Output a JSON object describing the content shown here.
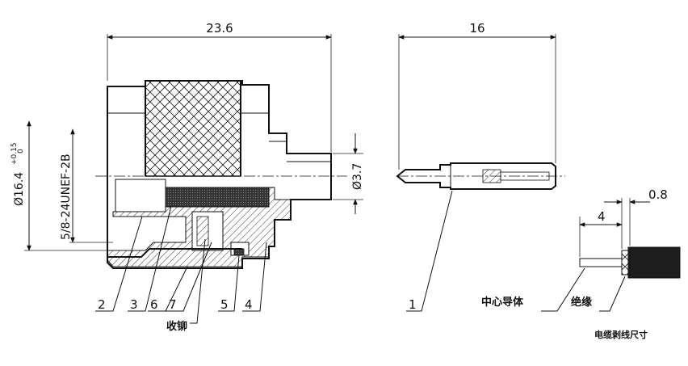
{
  "dimensions": {
    "overall_length": "23.6",
    "pin_length": "16",
    "pin_diameter": "Ø3.7",
    "body_diameter": "Ø16.4",
    "tolerance_upper": "+0.15",
    "tolerance_lower": "0",
    "thread": "5/8-24UNEF-2B",
    "strip_length": "4",
    "strip_gap": "0.8"
  },
  "callouts": {
    "c1": "1",
    "c2": "2",
    "c3": "3",
    "c4": "4",
    "c5": "5",
    "c6": "6",
    "c7": "7"
  },
  "labels": {
    "crimp": "收铆",
    "center_conductor": "中心导体",
    "insulation": "绝缘",
    "cable_strip_title": "电缆剥线尺寸"
  },
  "colors": {
    "line": "#111111",
    "dark_fill": "#2a2a2a",
    "background": "#ffffff"
  }
}
